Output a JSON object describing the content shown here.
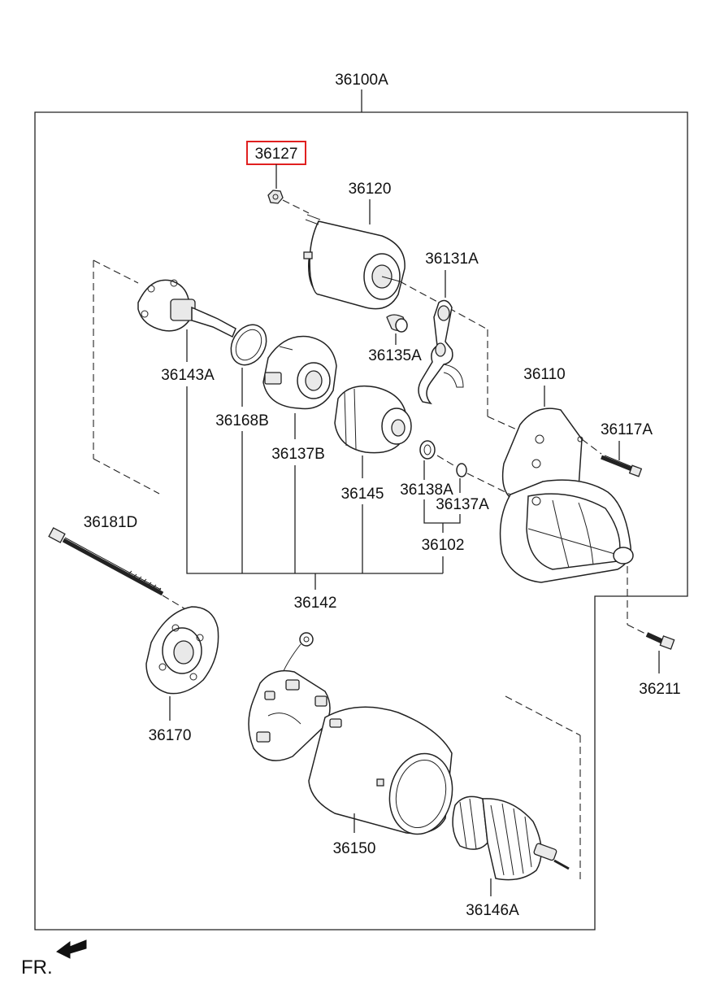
{
  "diagram": {
    "assembly_label": "36100A",
    "highlighted_part": "36127",
    "direction_label": "FR.",
    "highlight_color": "#e02020",
    "parts": {
      "p36127": "36127",
      "p36120": "36120",
      "p36131A": "36131A",
      "p36135A": "36135A",
      "p36110": "36110",
      "p36117A": "36117A",
      "p36143A": "36143A",
      "p36168B": "36168B",
      "p36137B": "36137B",
      "p36145": "36145",
      "p36138A": "36138A",
      "p36137A": "36137A",
      "p36102": "36102",
      "p36142": "36142",
      "p36181D": "36181D",
      "p36211": "36211",
      "p36170": "36170",
      "p36150": "36150",
      "p36146A": "36146A"
    }
  }
}
